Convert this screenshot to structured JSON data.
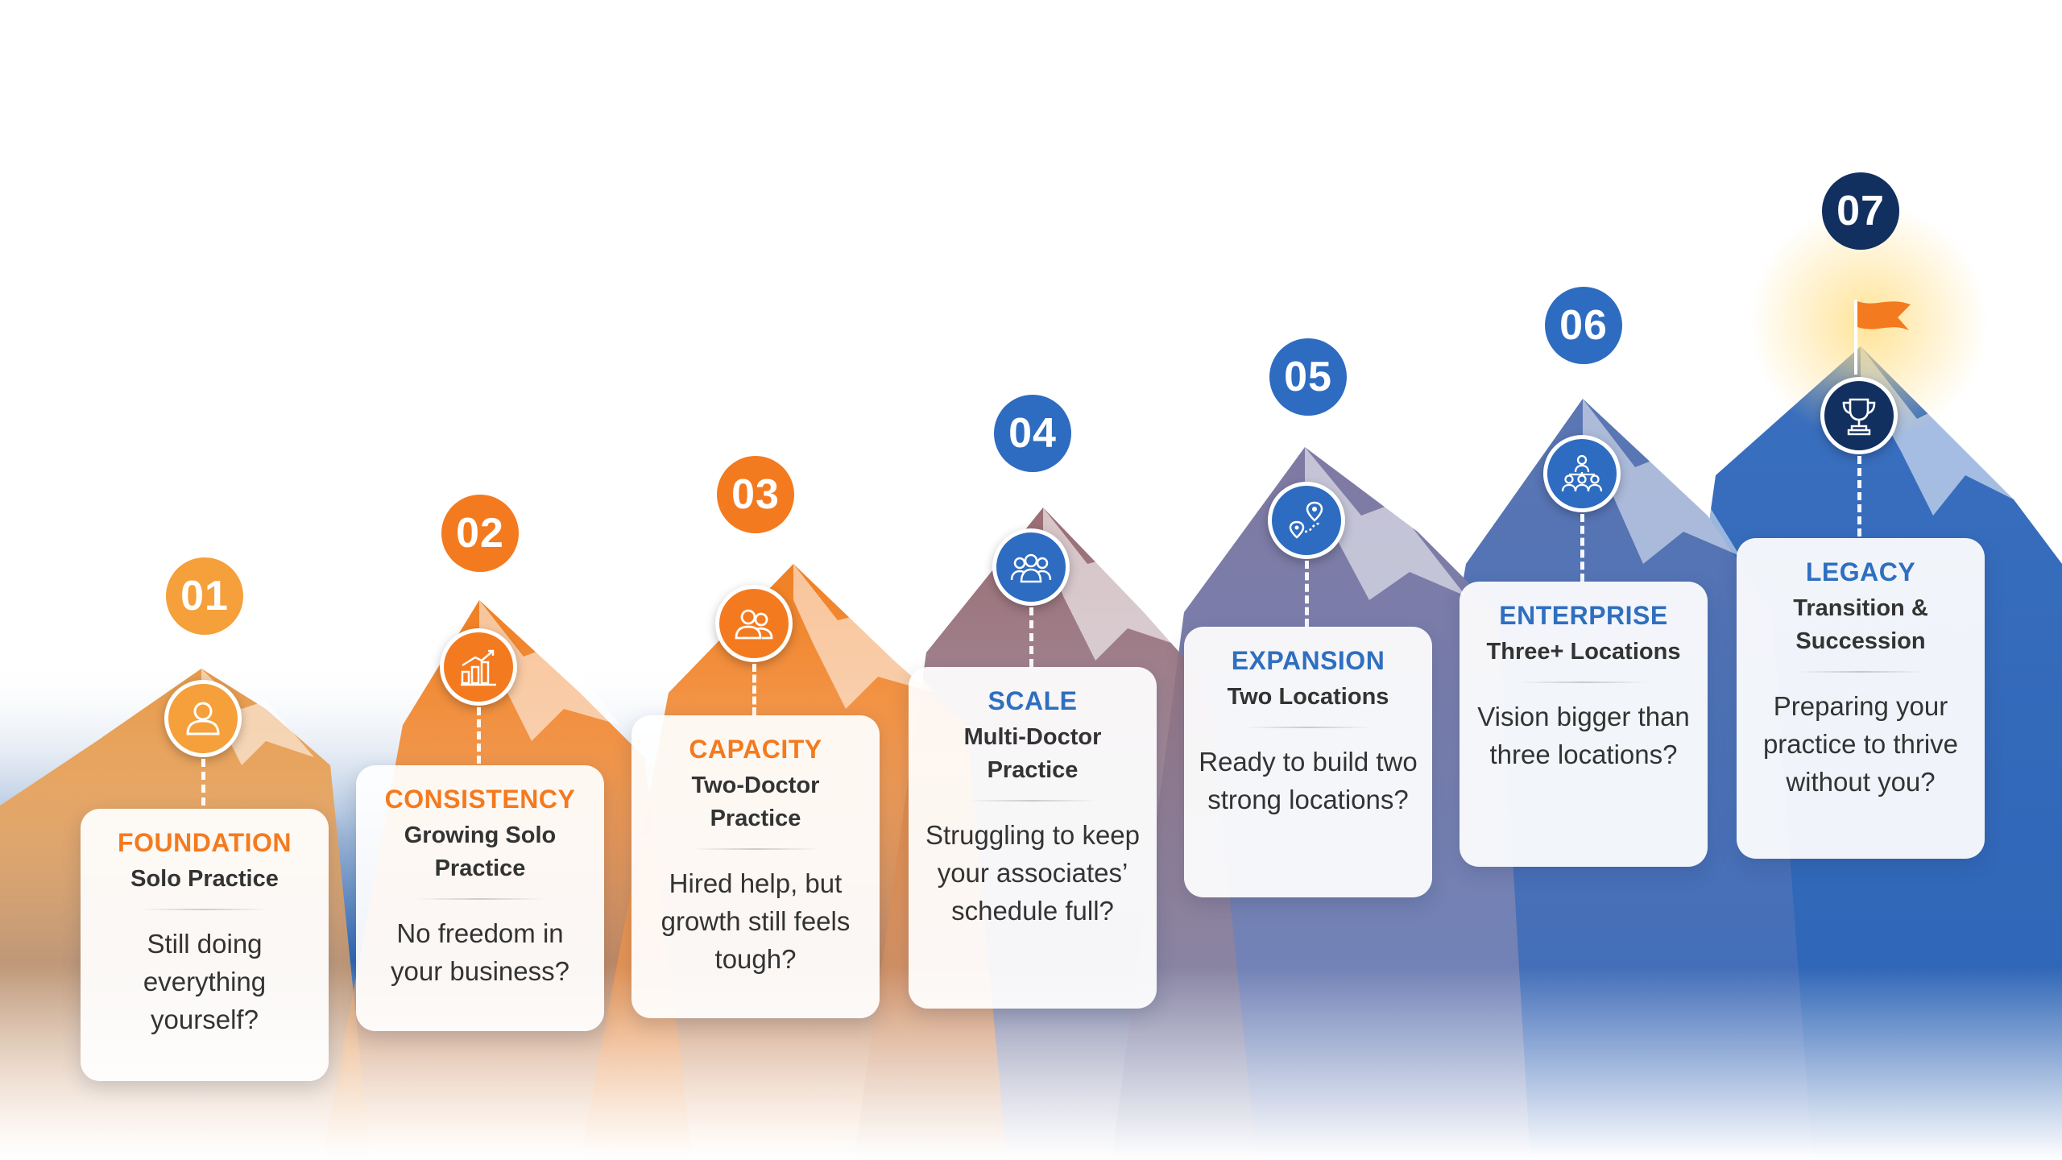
{
  "colors": {
    "orange": "#f47a1f",
    "orange_light": "#f5a03a",
    "blue": "#2d6cc0",
    "navy": "#12305f"
  },
  "stages": [
    {
      "number": "01",
      "category": "FOUNDATION",
      "subtitle": "Solo Practice",
      "question": "Still doing everything yourself?",
      "icon": "person-icon",
      "color": "orange"
    },
    {
      "number": "02",
      "category": "CONSISTENCY",
      "subtitle": "Growing Solo Practice",
      "question": "No freedom in your business?",
      "icon": "growth-chart-icon",
      "color": "orange"
    },
    {
      "number": "03",
      "category": "CAPACITY",
      "subtitle": "Two-Doctor Practice",
      "question": "Hired help, but growth still feels tough?",
      "icon": "two-people-icon",
      "color": "orange"
    },
    {
      "number": "04",
      "category": "SCALE",
      "subtitle": "Multi-Doctor Practice",
      "question": "Struggling to keep your associates’ schedule full?",
      "icon": "group-icon",
      "color": "blue"
    },
    {
      "number": "05",
      "category": "EXPANSION",
      "subtitle": "Two Locations",
      "question": "Ready to build two strong locations?",
      "icon": "route-locations-icon",
      "color": "blue"
    },
    {
      "number": "06",
      "category": "ENTERPRISE",
      "subtitle": "Three+ Locations",
      "question": "Vision bigger than three locations?",
      "icon": "network-people-icon",
      "color": "blue"
    },
    {
      "number": "07",
      "category": "LEGACY",
      "subtitle": "Transition & Succession",
      "question": "Preparing your practice to thrive without you?",
      "icon": "trophy-icon",
      "color": "navy"
    }
  ]
}
